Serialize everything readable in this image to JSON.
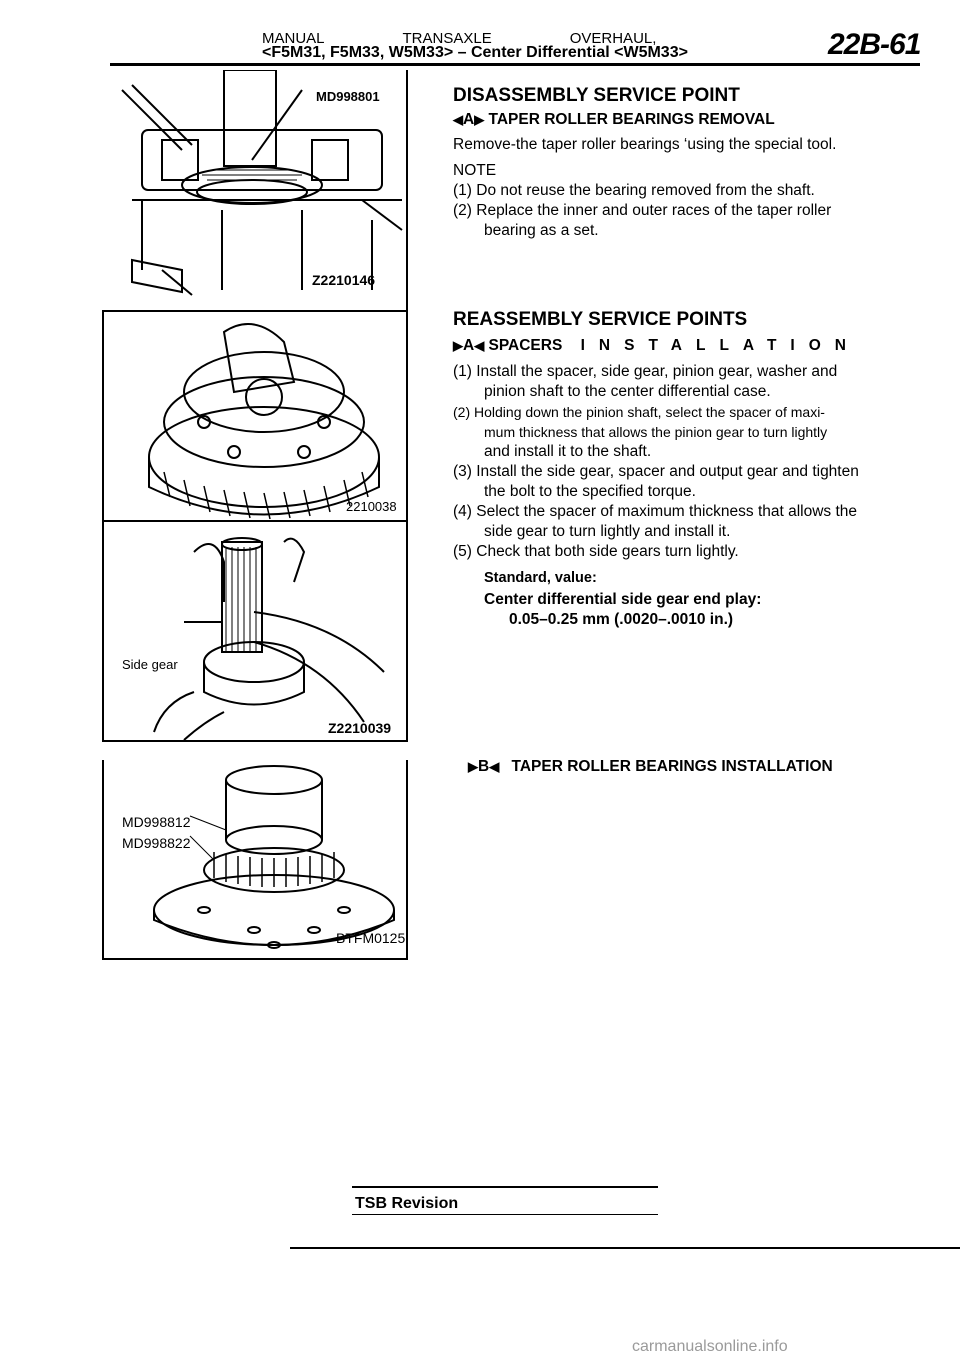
{
  "header": {
    "word1": "MANUAL",
    "word2": "TRANSAXLE",
    "word3": "OVERHAUL,",
    "subtitle": "<F5M31, F5M33, W5M33> – Center Differential <W5M33>",
    "page_number": "22B-61"
  },
  "figures": [
    {
      "code": "Z2210146",
      "callouts": [
        "MD998801"
      ]
    },
    {
      "code": "2210038",
      "callouts": []
    },
    {
      "code": "Z2210039",
      "callouts": [
        "Side gear"
      ]
    },
    {
      "code": "BTFM0125",
      "callouts": [
        "MD998812",
        "MD998822"
      ]
    }
  ],
  "disassembly": {
    "heading": "DISASSEMBLY SERVICE POINT",
    "sub_marker": "A",
    "sub_heading": "TAPER ROLLER BEARINGS REMOVAL",
    "intro": "Remove-the taper roller bearings ‘using the special tool.",
    "note_label": "NOTE",
    "notes": [
      "(1) Do not reuse the bearing removed from the shaft.",
      "(2) Replace the inner and outer races of the taper roller",
      "bearing as a set."
    ]
  },
  "reassembly": {
    "heading": "REASSEMBLY SERVICE POINTS",
    "a_marker": "A",
    "a_heading_1": "SPACERS",
    "a_heading_2": "INSTALLATION",
    "steps": [
      "(1) Install the spacer, side gear, pinion gear, washer and",
      "pinion shaft to the center differential case.",
      "(2) Holding down the pinion shaft, select the spacer of maxi-",
      "mum thickness that allows the pinion gear to turn lightly",
      "and install it to the shaft.",
      "(3) Install the side gear, spacer and output gear and tighten",
      "the bolt to the specified torque.",
      "(4) Select the spacer of maximum thickness that allows the",
      "side gear to turn lightly and install it.",
      "(5) Check that both side gears turn lightly."
    ],
    "standard_label": "Standard, value:",
    "spec_title": "Center differential side gear end play:",
    "spec_value": "0.05–0.25 mm (.0020–.0010 in.)",
    "b_marker": "B",
    "b_heading": "TAPER ROLLER BEARINGS INSTALLATION"
  },
  "footer": {
    "title": "TSB Revision",
    "watermark": "carmanualsonline.info"
  }
}
